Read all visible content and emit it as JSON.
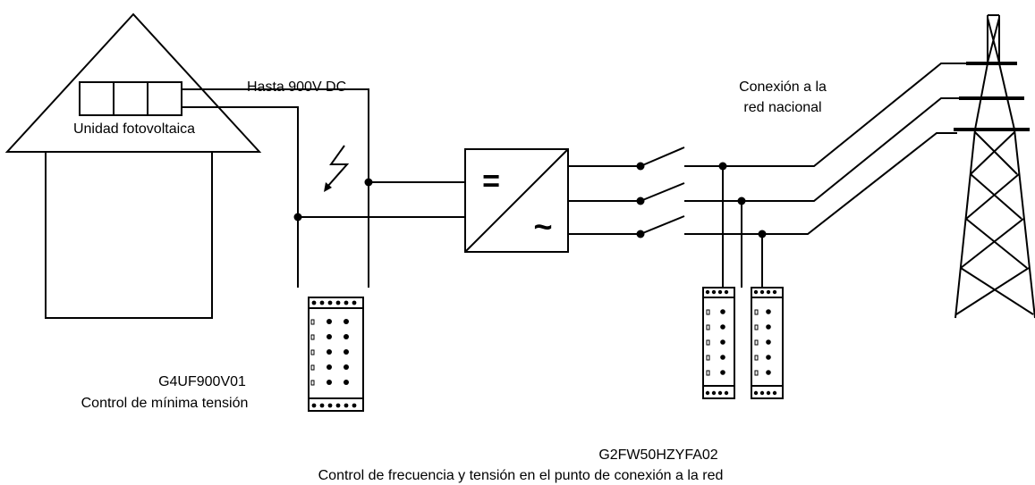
{
  "house": {
    "pv_label": "Unidad fotovoltaica"
  },
  "dc_voltage_label": "Hasta 900V DC",
  "grid_connection": {
    "line1": "Conexión a la",
    "line2": "red nacional"
  },
  "inverter": {
    "dc_symbol": "=",
    "ac_symbol": "~"
  },
  "device_left": {
    "model": "G4UF900V01",
    "description": "Control de mínima tensión"
  },
  "device_right": {
    "model": "G2FW50HZYFA02",
    "description": "Control de frecuencia y tensión en el punto de conexión a la red"
  }
}
